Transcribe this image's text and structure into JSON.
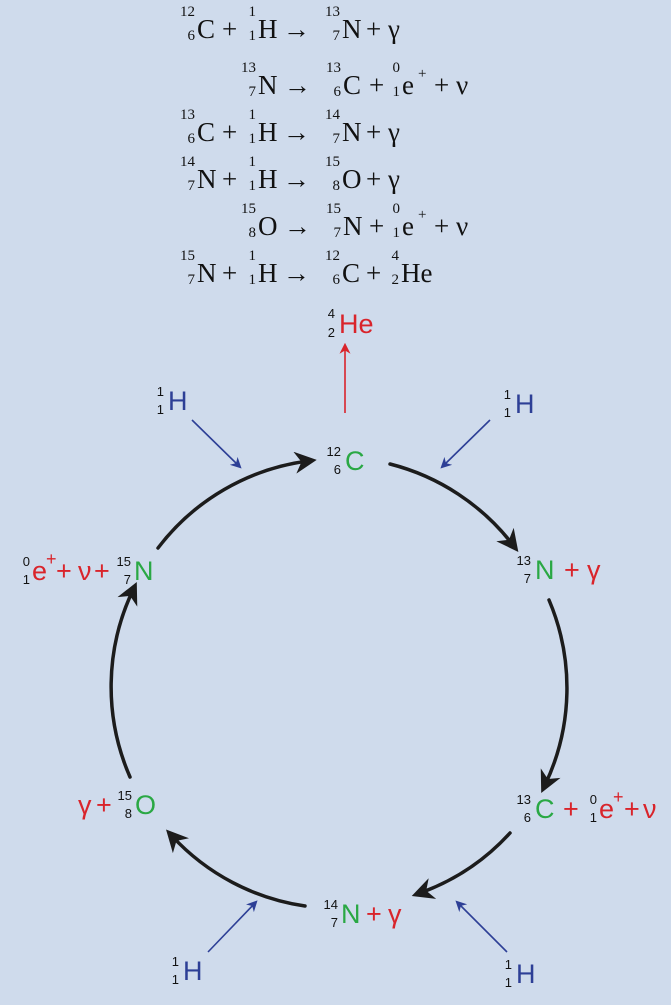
{
  "colors": {
    "background": "#cfdbec",
    "text": "#111111",
    "nucleus": "#2aa844",
    "product": "#d9242b",
    "hydrogen": "#2d3f96",
    "cycle_arrow": "#1c1c1c"
  },
  "symbols": {
    "arrow": "→",
    "plus": "+",
    "gamma": "γ",
    "nu": "ν",
    "e": "e",
    "positron_sup": "+"
  },
  "equations": [
    {
      "nuclides": [
        {
          "mass": "12",
          "atomic": "6",
          "symbol": "C"
        },
        {
          "mass": "1",
          "atomic": "1",
          "symbol": "H"
        },
        {
          "mass": "13",
          "atomic": "7",
          "symbol": "N"
        }
      ],
      "extra": "γ"
    },
    {
      "nuclides": [
        {
          "mass": "13",
          "atomic": "7",
          "symbol": "N"
        },
        {
          "mass": "13",
          "atomic": "6",
          "symbol": "C"
        },
        {
          "mass": "0",
          "atomic": "1",
          "symbol": "e"
        }
      ],
      "extra": "ν"
    },
    {
      "nuclides": [
        {
          "mass": "13",
          "atomic": "6",
          "symbol": "C"
        },
        {
          "mass": "1",
          "atomic": "1",
          "symbol": "H"
        },
        {
          "mass": "14",
          "atomic": "7",
          "symbol": "N"
        }
      ],
      "extra": "γ"
    },
    {
      "nuclides": [
        {
          "mass": "14",
          "atomic": "7",
          "symbol": "N"
        },
        {
          "mass": "1",
          "atomic": "1",
          "symbol": "H"
        },
        {
          "mass": "15",
          "atomic": "8",
          "symbol": "O"
        }
      ],
      "extra": "γ"
    },
    {
      "nuclides": [
        {
          "mass": "15",
          "atomic": "8",
          "symbol": "O"
        },
        {
          "mass": "15",
          "atomic": "7",
          "symbol": "N"
        },
        {
          "mass": "0",
          "atomic": "1",
          "symbol": "e"
        }
      ],
      "extra": "ν"
    },
    {
      "nuclides": [
        {
          "mass": "15",
          "atomic": "7",
          "symbol": "N"
        },
        {
          "mass": "1",
          "atomic": "1",
          "symbol": "H"
        },
        {
          "mass": "12",
          "atomic": "6",
          "symbol": "C"
        },
        {
          "mass": "4",
          "atomic": "2",
          "symbol": "He"
        }
      ],
      "extra": ""
    }
  ],
  "cycle": {
    "helium": {
      "mass": "4",
      "atomic": "2",
      "symbol": "He"
    },
    "carbon12": {
      "mass": "12",
      "atomic": "6",
      "symbol": "C"
    },
    "nitrogen13": {
      "mass": "13",
      "atomic": "7",
      "symbol": "N",
      "product": "γ"
    },
    "carbon13": {
      "mass": "13",
      "atomic": "6",
      "symbol": "C",
      "positron": {
        "mass": "0",
        "atomic": "1",
        "symbol": "e"
      },
      "neutrino": "ν"
    },
    "nitrogen14": {
      "mass": "14",
      "atomic": "7",
      "symbol": "N",
      "product": "γ"
    },
    "oxygen15": {
      "mass": "15",
      "atomic": "8",
      "symbol": "O",
      "product": "γ"
    },
    "nitrogen15": {
      "mass": "15",
      "atomic": "7",
      "symbol": "N",
      "positron": {
        "mass": "0",
        "atomic": "1",
        "symbol": "e"
      },
      "neutrino": "ν"
    },
    "hydrogen": {
      "mass": "1",
      "atomic": "1",
      "symbol": "H"
    }
  }
}
